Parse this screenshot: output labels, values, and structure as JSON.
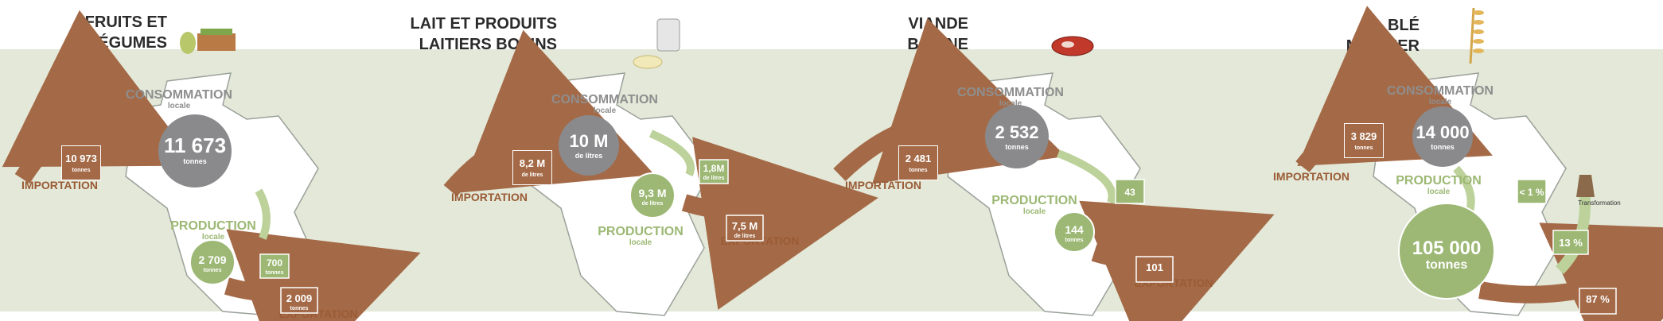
{
  "colors": {
    "band": "#e3e8d8",
    "region_fill": "#ffffff",
    "region_stroke": "#9aa19a",
    "consumption_circle": "#8a8a8c",
    "production_circle": "#9cb874",
    "production_label": "#9cb874",
    "brown": "#a46a47",
    "brown_label": "#9a5b35",
    "title": "#2b2b2b",
    "grey_label": "#8e8e8e"
  },
  "panels": [
    {
      "title": [
        "FRUITS ET",
        "LÉGUMES"
      ],
      "icon": "fruits-vegetables-icon",
      "consumption": {
        "label": "CONSOMMATION",
        "sublabel": "locale",
        "value": "11 673",
        "unit": "tonnes"
      },
      "production": {
        "label": "PRODUCTION",
        "sublabel": "locale",
        "value": "2 709",
        "unit": "tonnes"
      },
      "import": {
        "label": "IMPORTATION",
        "value": "10 973",
        "unit": "tonnes"
      },
      "local_flow": {
        "value": "700",
        "unit": "tonnes"
      },
      "export": {
        "label": "EXPORTATION",
        "value": "2 009",
        "unit": "tonnes"
      }
    },
    {
      "title": [
        "LAIT ET PRODUITS",
        "LAITIERS BOVINS"
      ],
      "icon": "milk-can-cheese-icon",
      "consumption": {
        "label": "CONSOMMATION",
        "sublabel": "locale",
        "value": "10 M",
        "unit": "de litres"
      },
      "production": {
        "label": "PRODUCTION",
        "sublabel": "locale",
        "value": "9,3 M",
        "unit": "de litres"
      },
      "import": {
        "label": "IMPORTATION",
        "value": "8,2 M",
        "unit": "de litres"
      },
      "local_flow": {
        "value": "1,8M",
        "unit": "de litres"
      },
      "export": {
        "label": "EXPORTATION",
        "value": "7,5 M",
        "unit": "de litres"
      }
    },
    {
      "title": [
        "VIANDE",
        "BOVINE"
      ],
      "icon": "steak-icon",
      "consumption": {
        "label": "CONSOMMATION",
        "sublabel": "locale",
        "value": "2 532",
        "unit": "tonnes"
      },
      "production": {
        "label": "PRODUCTION",
        "sublabel": "locale",
        "value": "144",
        "unit": "tonnes"
      },
      "import": {
        "label": "IMPORTATION",
        "value": "2 481",
        "unit": "tonnes"
      },
      "local_flow": {
        "value": "43",
        "unit": ""
      },
      "export": {
        "label": "EXPORTATION",
        "value": "101",
        "unit": ""
      }
    },
    {
      "title": [
        "BLÉ",
        "MEUNIER"
      ],
      "icon": "wheat-icon",
      "consumption": {
        "label": "CONSOMMATION",
        "sublabel": "locale",
        "value": "14 000",
        "unit": "tonnes"
      },
      "production": {
        "label": "PRODUCTION",
        "sublabel": "locale",
        "value": "105 000",
        "unit": "tonnes"
      },
      "import": {
        "label": "IMPORTATION",
        "value": "3 829",
        "unit": "tonnes"
      },
      "local_flow": {
        "value": "< 1 %",
        "unit": ""
      },
      "transformation": {
        "label": "Transformation",
        "icon": "flour-sack-icon",
        "value": "13 %"
      },
      "export": {
        "label": "",
        "value": "87 %",
        "unit": ""
      }
    }
  ]
}
